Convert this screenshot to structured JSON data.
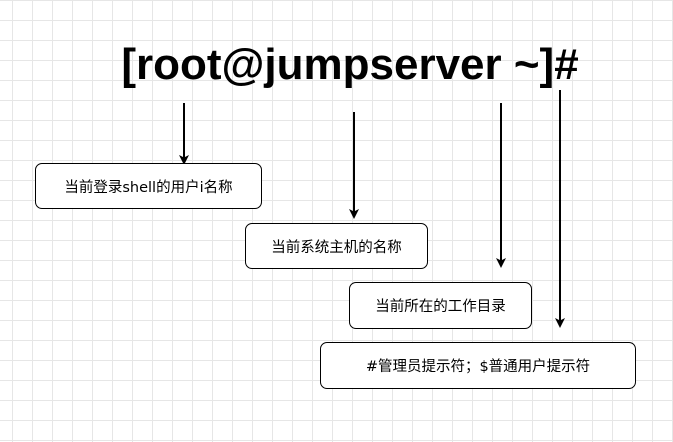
{
  "title": "[root@jumpserver ~]#",
  "labels": {
    "user": "当前登录shell的用户i名称",
    "host": "当前系统主机的名称",
    "dir": "当前所在的工作目录",
    "prompt": "#管理员提示符；$普通用户提示符"
  },
  "colors": {
    "line": "#000000",
    "grid": "#e6e6e6"
  }
}
